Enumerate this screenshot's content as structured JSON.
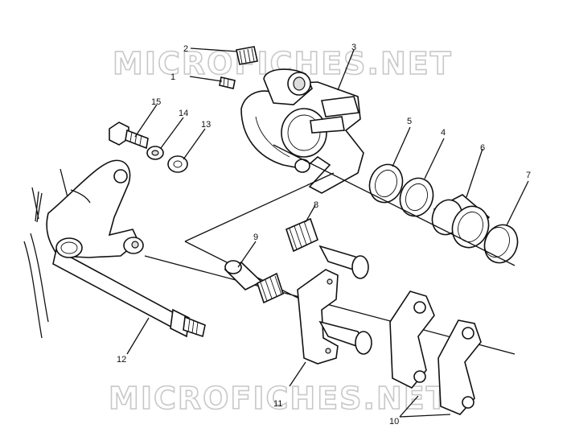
{
  "watermark": {
    "top": "MICROFICHES.NET",
    "bottom": "MICROFICHES.NET"
  },
  "callouts": {
    "c1": "1",
    "c2": "2",
    "c3": "3",
    "c4": "4",
    "c5": "5",
    "c6": "6",
    "c7": "7",
    "c8": "8",
    "c9": "9",
    "c10": "10",
    "c11": "11",
    "c12": "12",
    "c13": "13",
    "c14": "14",
    "c15": "15"
  }
}
